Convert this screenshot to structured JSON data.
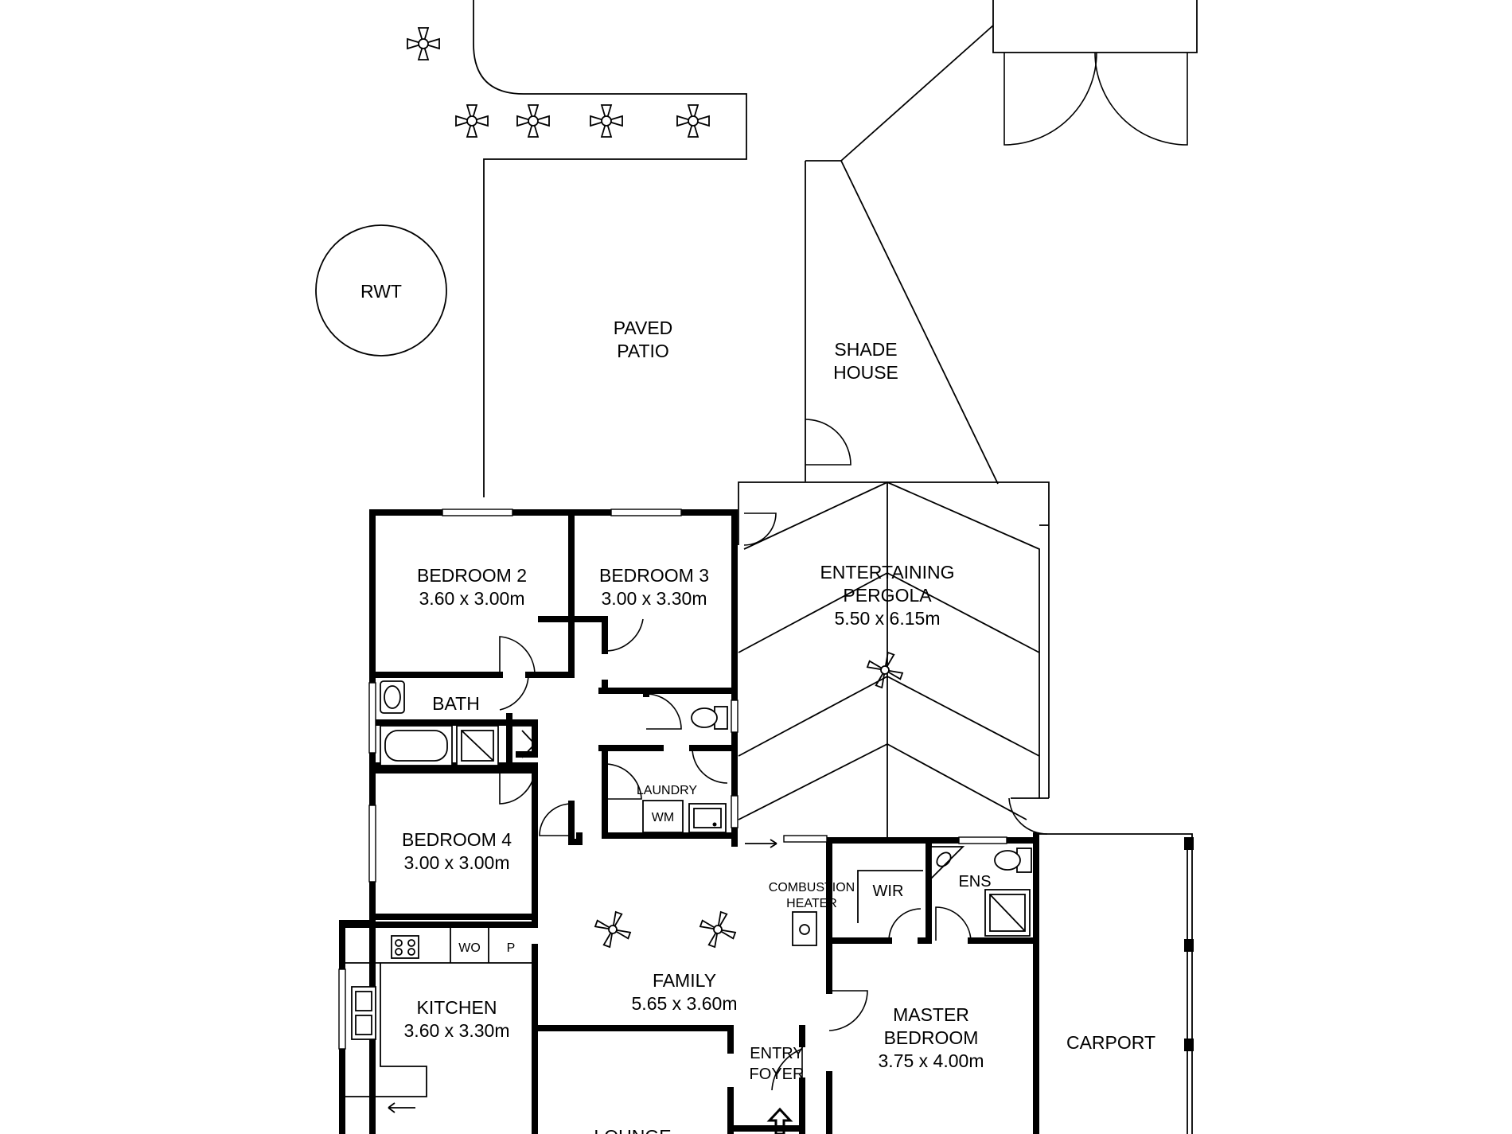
{
  "outdoor": {
    "rwt": "RWT",
    "paved_patio": [
      "PAVED",
      "PATIO"
    ],
    "shade_house": [
      "SHADE",
      "HOUSE"
    ],
    "entertaining_pergola": {
      "name": [
        "ENTERTAINING",
        "PERGOLA"
      ],
      "size": "5.50 x 6.15m"
    },
    "carport": "CARPORT"
  },
  "rooms": {
    "bedroom2": {
      "name": "BEDROOM 2",
      "size": "3.60 x 3.00m"
    },
    "bedroom3": {
      "name": "BEDROOM 3",
      "size": "3.00 x 3.30m"
    },
    "bath": {
      "name": "BATH"
    },
    "laundry": {
      "name": "LAUNDRY",
      "wm": "WM"
    },
    "bedroom4": {
      "name": "BEDROOM 4",
      "size": "3.00 x 3.00m"
    },
    "family": {
      "name": "FAMILY",
      "size": "5.65 x 3.60m"
    },
    "combustion_heater": [
      "COMBUSTION",
      "HEATER"
    ],
    "wir": {
      "name": "WIR"
    },
    "ens": {
      "name": "ENS"
    },
    "kitchen": {
      "name": "KITCHEN",
      "size": "3.60 x 3.30m",
      "wo": "WO",
      "p": "P"
    },
    "entry_foyer": [
      "ENTRY",
      "FOYER"
    ],
    "master_bedroom": {
      "name": [
        "MASTER",
        "BEDROOM"
      ],
      "size": "3.75 x 4.00m"
    },
    "lounge": {
      "name": "LOUNGE"
    }
  },
  "icons": [
    "flower-icon",
    "ceiling-fan-icon",
    "toilet-icon",
    "basin-icon",
    "bathtub-icon",
    "shower-icon",
    "cooktop-icon",
    "sink-icon",
    "entry-arrow-icon"
  ]
}
